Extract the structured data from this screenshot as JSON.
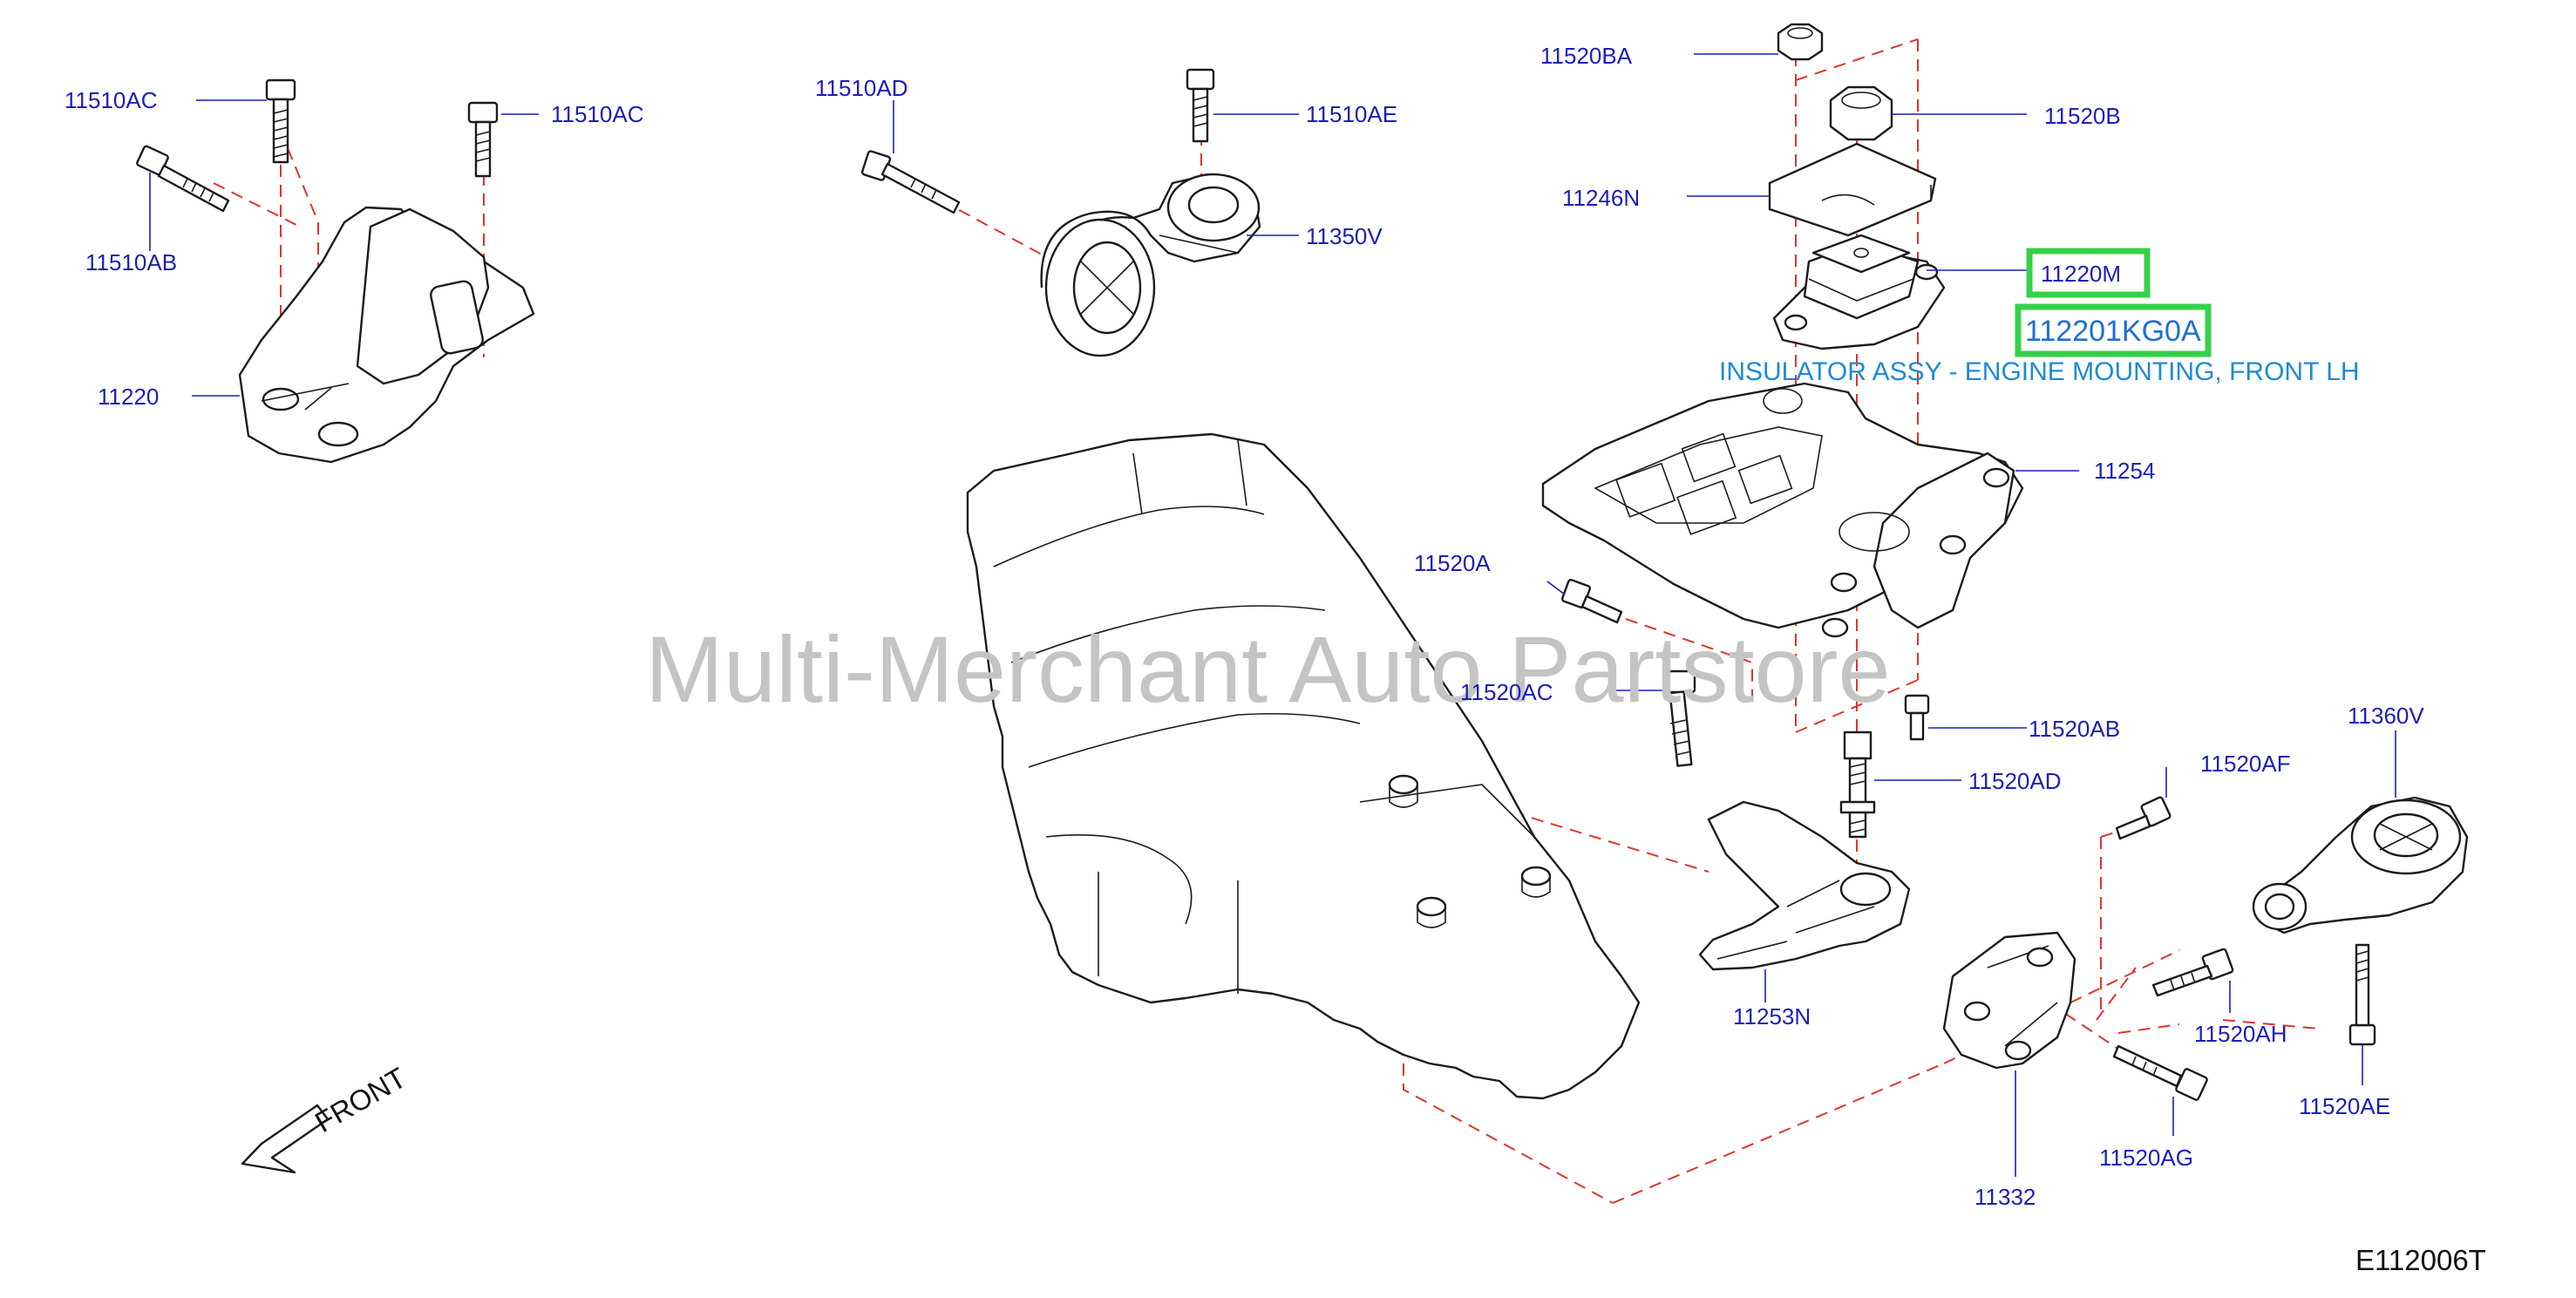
{
  "diagram": {
    "labels": [
      {
        "id": "11510AC-a",
        "text": "11510AC"
      },
      {
        "id": "11510AC-b",
        "text": "11510AC"
      },
      {
        "id": "11510AB",
        "text": "11510AB"
      },
      {
        "id": "11220",
        "text": "11220"
      },
      {
        "id": "11510AD",
        "text": "11510AD"
      },
      {
        "id": "11510AE",
        "text": "11510AE"
      },
      {
        "id": "11350V",
        "text": "11350V"
      },
      {
        "id": "11520BA",
        "text": "11520BA"
      },
      {
        "id": "11520B",
        "text": "11520B"
      },
      {
        "id": "11246N",
        "text": "11246N"
      },
      {
        "id": "11254",
        "text": "11254"
      },
      {
        "id": "11520A",
        "text": "11520A"
      },
      {
        "id": "11520AC",
        "text": "11520AC"
      },
      {
        "id": "11520AB",
        "text": "11520AB"
      },
      {
        "id": "11520AD",
        "text": "11520AD"
      },
      {
        "id": "11520AF",
        "text": "11520AF"
      },
      {
        "id": "11360V",
        "text": "11360V"
      },
      {
        "id": "11253N",
        "text": "11253N"
      },
      {
        "id": "11520AH",
        "text": "11520AH"
      },
      {
        "id": "11520AE",
        "text": "11520AE"
      },
      {
        "id": "11520AG",
        "text": "11520AG"
      },
      {
        "id": "11332",
        "text": "11332"
      }
    ],
    "selected": {
      "callout": "11220M",
      "part_number": "112201KG0A",
      "description": "INSULATOR ASSY - ENGINE MOUNTING, FRONT LH",
      "highlight_color": "#35d14a"
    },
    "front_label": "FRONT",
    "diagram_code": "E112006T",
    "watermark": "Multi-Merchant Auto Partstore"
  }
}
